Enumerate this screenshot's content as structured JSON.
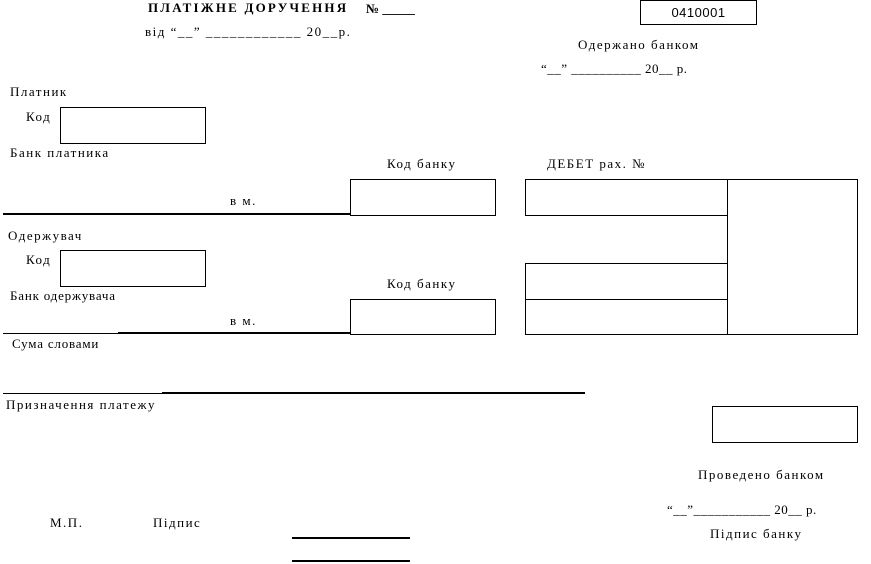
{
  "header": {
    "title": "ПЛАТІЖНЕ ДОРУЧЕННЯ",
    "number": "№ _____",
    "date_line": "від “__” ____________ 20__р.",
    "form_code": "0410001",
    "received_label": "Одержано банком",
    "received_date": "“__”  __________  20__ р."
  },
  "payer": {
    "label": "Платник",
    "code_label": "Код",
    "bank_label": "Банк платника",
    "bank_code_label": "Код банку",
    "city_label": "в м.",
    "debit_label": "ДЕБЕТ рах. №"
  },
  "recipient": {
    "label": "Одержувач",
    "code_label": "Код",
    "bank_label": "Банк одержувача",
    "bank_code_label": "Код банку",
    "city_label": "в м."
  },
  "amount": {
    "words_label": "Сума словами"
  },
  "purpose": {
    "label": "Призначення платежу"
  },
  "footer": {
    "stamp_label": "М.П.",
    "signature_label": "Підпис",
    "processed_label": "Проведено банком",
    "processed_date": "“__”___________ 20__ р.",
    "bank_signature_label": "Підпис банку"
  }
}
